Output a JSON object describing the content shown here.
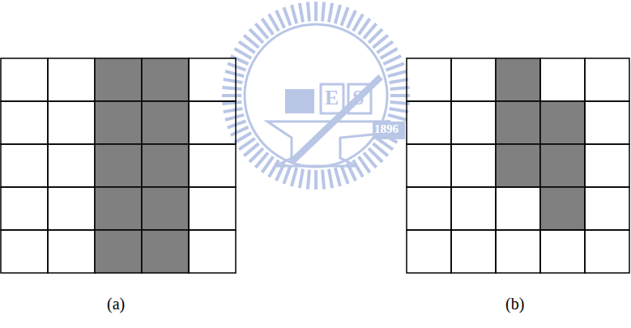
{
  "diagram": {
    "labels": [
      "E",
      "S",
      "1896",
      "(a)",
      "(b)"
    ]
  }
}
